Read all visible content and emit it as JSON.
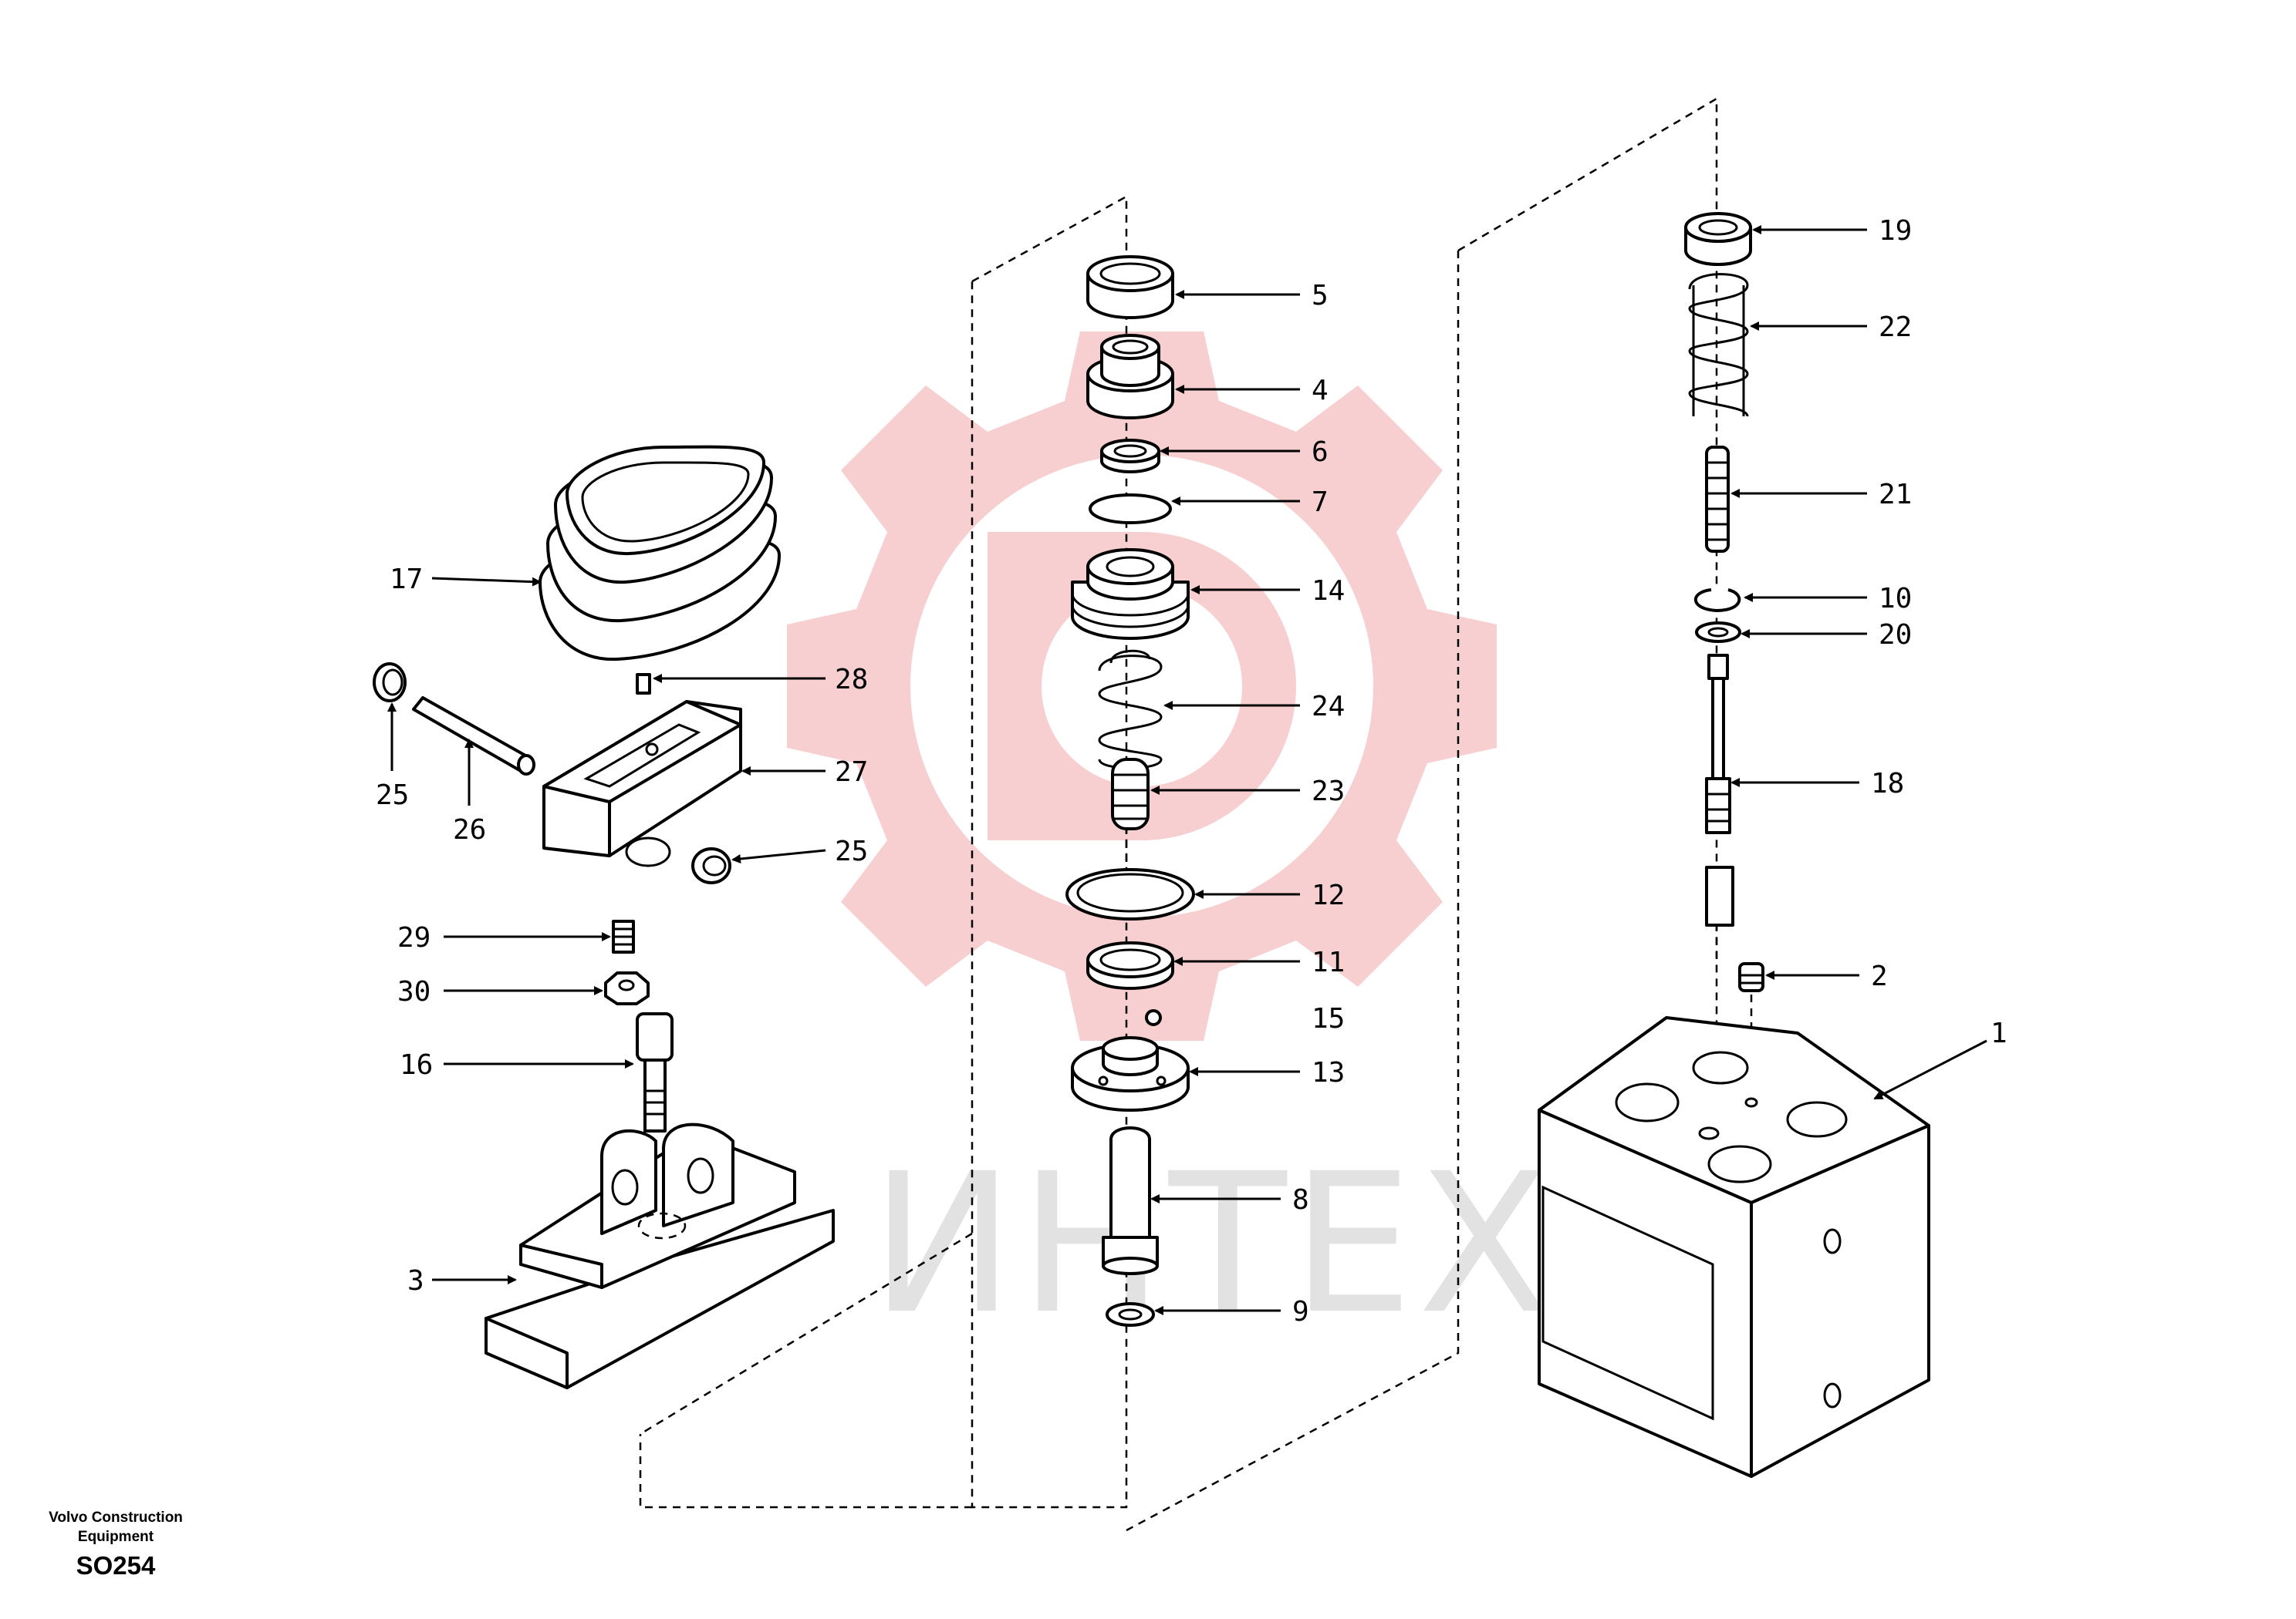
{
  "title_block": {
    "maker_line1": "Volvo Construction",
    "maker_line2": "Equipment",
    "drawing_code": "SO254"
  },
  "watermark": {
    "text": "ИНТЕХ",
    "color": "#e2e2e2",
    "logo_color": "#f6c7c8"
  },
  "callouts": [
    "1",
    "2",
    "3",
    "4",
    "5",
    "6",
    "7",
    "8",
    "9",
    "10",
    "11",
    "12",
    "13",
    "14",
    "15",
    "16",
    "17",
    "18",
    "19",
    "20",
    "21",
    "22",
    "23",
    "24",
    "25",
    "25",
    "26",
    "27",
    "28",
    "29",
    "30"
  ]
}
